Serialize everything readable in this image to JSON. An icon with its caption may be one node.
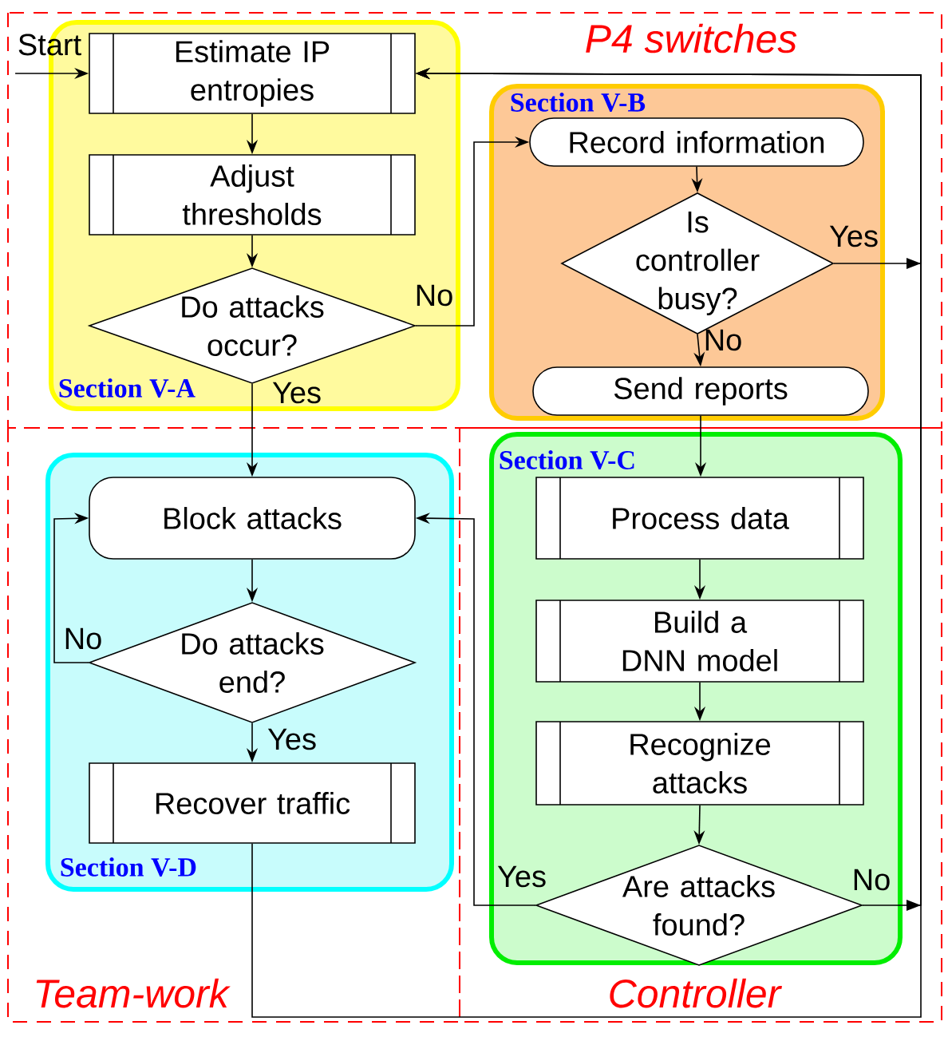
{
  "diagram": {
    "nodes": [
      {
        "text": [
          "Start"
        ],
        "in": 1
      },
      {
        "text": [
          "P4 switches"
        ]
      },
      {
        "text": [
          "Section V-A"
        ],
        "in": 1
      },
      {
        "text": [
          "Estimate IP entropies"
        ],
        "in": 2
      },
      {
        "text": [
          "Adjust thresholds"
        ],
        "in": 2
      },
      {
        "text": [
          "Do attacks occur?"
        ],
        "in": 2
      },
      {
        "text": [
          "Section V-B"
        ],
        "in": 1
      },
      {
        "text": [
          "Record information"
        ],
        "in": 6
      },
      {
        "text": [
          "Is controller busy?"
        ],
        "in": 6
      },
      {
        "text": [
          "Send reports"
        ],
        "in": 6
      },
      {
        "text": [
          "Team-work"
        ]
      },
      {
        "text": [
          "Section V-D"
        ],
        "in": 10
      },
      {
        "text": [
          "Block attacks"
        ],
        "in": 11
      },
      {
        "text": [
          "Do attacks end?"
        ],
        "in": 11
      },
      {
        "text": [
          "Recover traffic"
        ],
        "in": 11
      },
      {
        "text": [
          "Controller"
        ]
      },
      {
        "text": [
          "Section V-C"
        ],
        "in": 15
      },
      {
        "text": [
          "Process data"
        ],
        "in": 16
      },
      {
        "text": [
          "Build a DNN model"
        ],
        "in": 16
      },
      {
        "text": [
          "Recognize attacks"
        ],
        "in": 16
      },
      {
        "text": [
          "Are attacks found?"
        ],
        "in": 16
      }
    ],
    "edges": [
      {
        "from": 0,
        "to": 3,
        "arrow": "to"
      },
      {
        "from": 3,
        "to": 4,
        "arrow": "to"
      },
      {
        "from": 4,
        "to": 5,
        "arrow": "to"
      },
      {
        "from": 5,
        "to": 7,
        "arrow": "to",
        "label": "No"
      },
      {
        "from": 7,
        "to": 8,
        "arrow": "to"
      },
      {
        "from": 8,
        "to": 9,
        "arrow": "to",
        "label": "No"
      },
      {
        "from": 8,
        "to": 3,
        "arrow": "to",
        "label": "Yes"
      },
      {
        "from": 5,
        "to": 12,
        "arrow": "to",
        "label": "Yes"
      },
      {
        "from": 9,
        "to": 17,
        "arrow": "to"
      },
      {
        "from": 17,
        "to": 18,
        "arrow": "to"
      },
      {
        "from": 18,
        "to": 19,
        "arrow": "to"
      },
      {
        "from": 19,
        "to": 20,
        "arrow": "to"
      },
      {
        "from": 20,
        "to": 12,
        "arrow": "to",
        "label": "Yes"
      },
      {
        "from": 20,
        "to": 3,
        "arrow": "to",
        "label": "No"
      },
      {
        "from": 12,
        "to": 13,
        "arrow": "to"
      },
      {
        "from": 13,
        "to": 12,
        "arrow": "to",
        "label": "No"
      },
      {
        "from": 13,
        "to": 14,
        "arrow": "to",
        "label": "Yes"
      },
      {
        "from": 14,
        "to": 3,
        "arrow": "to"
      }
    ]
  }
}
